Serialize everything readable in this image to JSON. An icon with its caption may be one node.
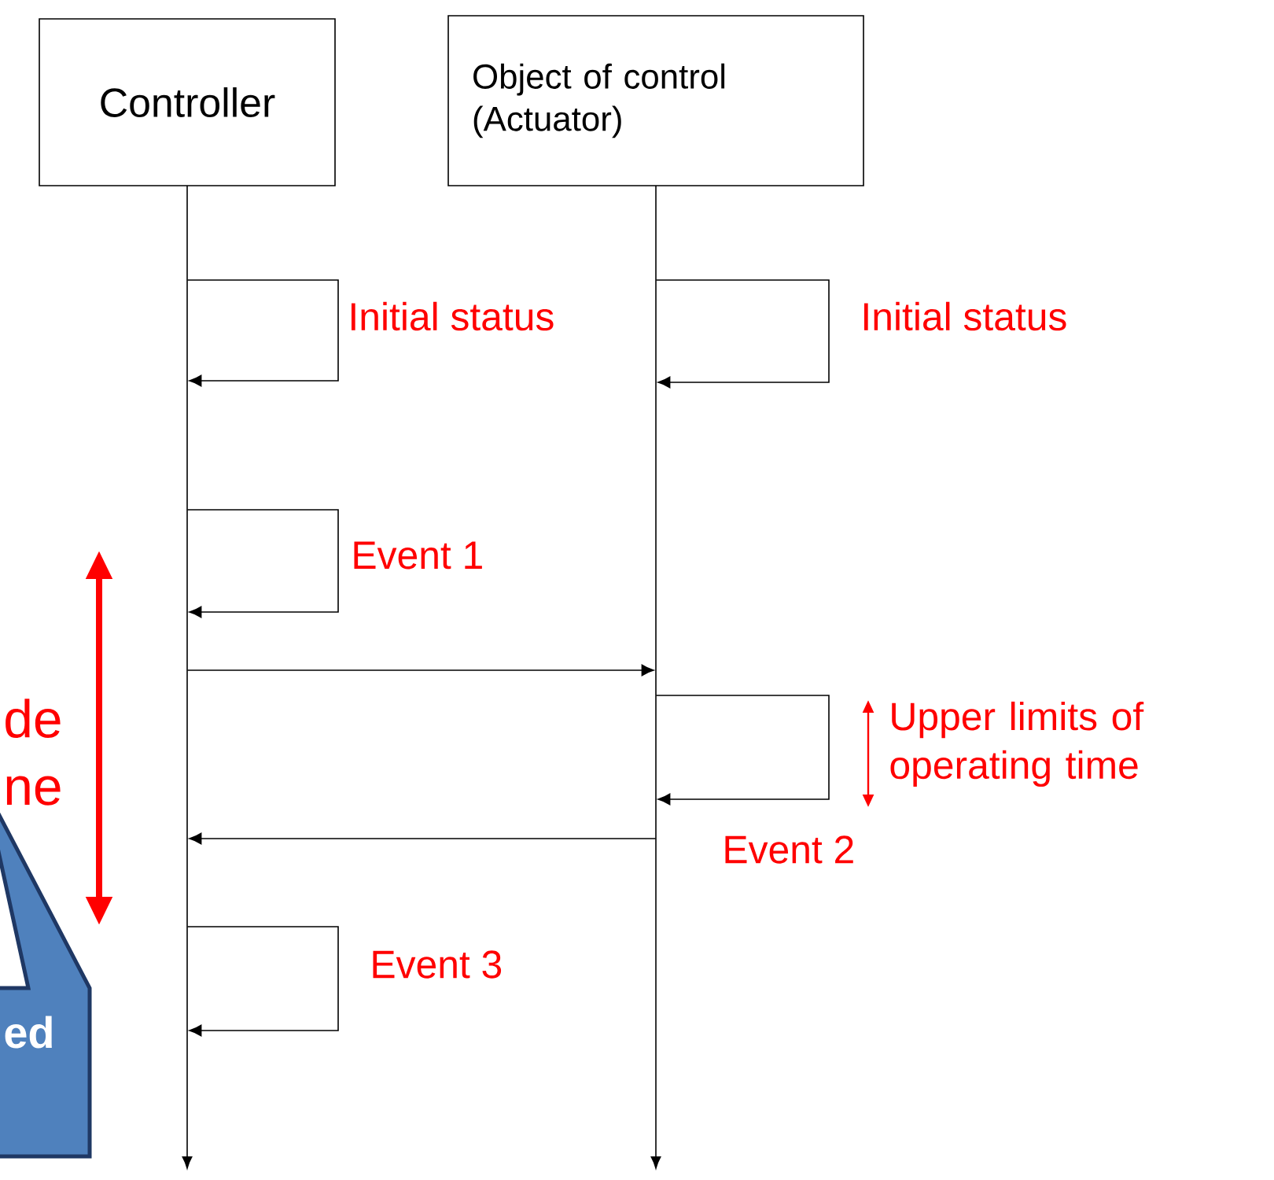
{
  "diagram": {
    "nodes": [
      {
        "text": [
          "Controller"
        ]
      },
      {
        "text": [
          "Object of control (Actuator)"
        ]
      },
      {
        "text": [],
        "shape": "line"
      },
      {
        "text": [],
        "shape": "line"
      },
      {
        "text": [
          "ed"
        ]
      }
    ],
    "edges": [
      {
        "from": 2,
        "to": 2,
        "arrow": "to",
        "label": "Initial status"
      },
      {
        "from": 3,
        "to": 3,
        "arrow": "to",
        "label": "Initial status"
      },
      {
        "from": 2,
        "to": 2,
        "arrow": "to",
        "label": "Event 1"
      },
      {
        "from": 2,
        "to": 3,
        "arrow": "to"
      },
      {
        "from": 3,
        "to": 3,
        "arrow": "to",
        "label": "Event 2"
      },
      {
        "from": 3,
        "to": 2,
        "arrow": "to"
      },
      {
        "from": 2,
        "to": 2,
        "arrow": "to",
        "label": "Event 3"
      }
    ],
    "labels": [
      "de ne",
      "Upper limits of operating time"
    ]
  }
}
